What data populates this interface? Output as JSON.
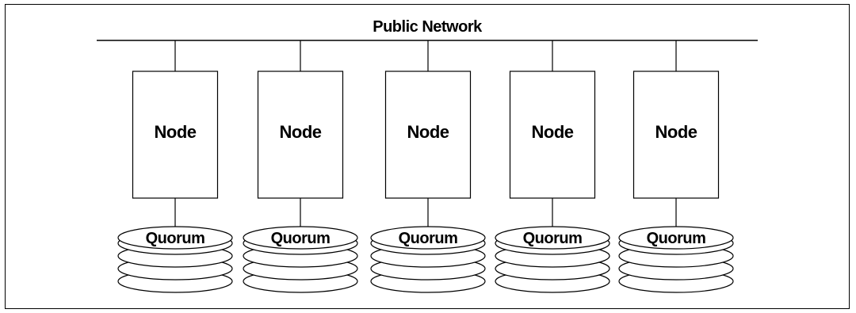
{
  "network": {
    "label": "Public Network"
  },
  "clusters": [
    {
      "node_label": "Node",
      "quorum_label": "Quorum"
    },
    {
      "node_label": "Node",
      "quorum_label": "Quorum"
    },
    {
      "node_label": "Node",
      "quorum_label": "Quorum"
    },
    {
      "node_label": "Node",
      "quorum_label": "Quorum"
    },
    {
      "node_label": "Node",
      "quorum_label": "Quorum"
    }
  ],
  "colors": {
    "stroke": "#000000",
    "fill": "#ffffff"
  }
}
